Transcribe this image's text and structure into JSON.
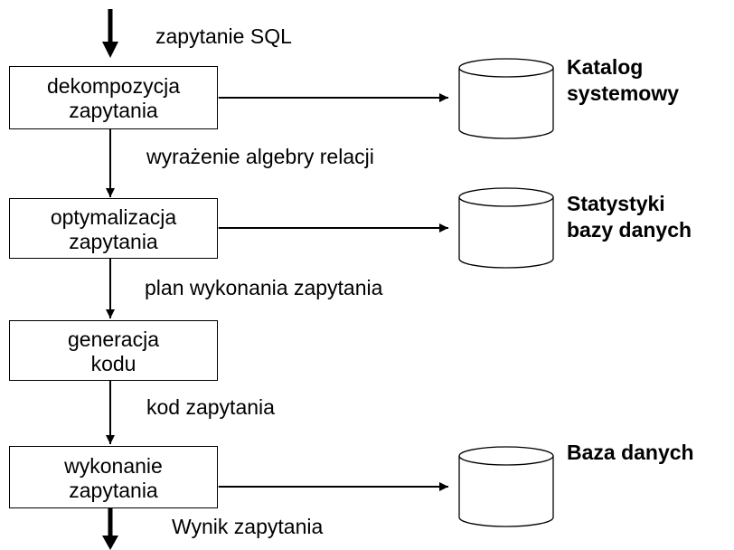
{
  "steps": [
    {
      "line1": "dekompozycja",
      "line2": "zapytania"
    },
    {
      "line1": "optymalizacja",
      "line2": "zapytania"
    },
    {
      "line1": "generacja",
      "line2": "kodu"
    },
    {
      "line1": "wykonanie",
      "line2": "zapytania"
    }
  ],
  "flow_labels": {
    "input": "zapytanie SQL",
    "after_decomposition": "wyrażenie algebry relacji",
    "after_optimization": "plan wykonania zapytania",
    "after_codegen": "kod zapytania",
    "output": "Wynik zapytania"
  },
  "stores": [
    {
      "line1": "Katalog",
      "line2": "systemowy"
    },
    {
      "line1": "Statystyki",
      "line2": "bazy danych"
    },
    {
      "line1": "Baza danych",
      "line2": ""
    }
  ]
}
